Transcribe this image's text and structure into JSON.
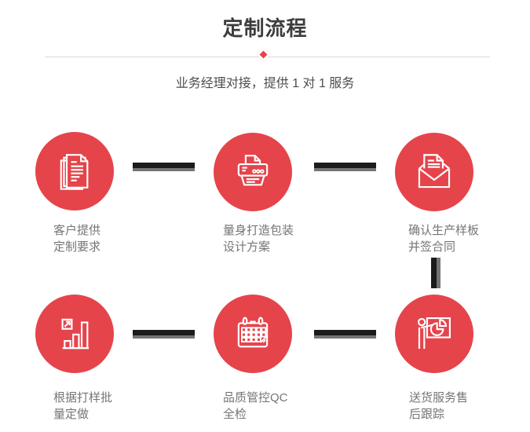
{
  "header": {
    "title": "定制流程",
    "subtitle": "业务经理对接，提供 1 对 1 服务"
  },
  "colors": {
    "accent_red": "#e5444b",
    "connector_dark": "#1b1b1b",
    "connector_gray": "#747474",
    "title_text": "#3d3d3d",
    "label_text": "#757575",
    "divider": "#d8d8d8"
  },
  "steps": [
    {
      "icon": "documents-icon",
      "label_line1": "客户提供",
      "label_line2": "定制要求"
    },
    {
      "icon": "printer-icon",
      "label_line1": "量身打造包装",
      "label_line2": "设计方案"
    },
    {
      "icon": "envelope-icon",
      "label_line1": "确认生产样板",
      "label_line2": "并签合同"
    },
    {
      "icon": "bar-chart-icon",
      "label_line1": "根据打样批",
      "label_line2": "量定做"
    },
    {
      "icon": "calendar-icon",
      "label_line1": "品质管控QC",
      "label_line2": "全检"
    },
    {
      "icon": "presentation-icon",
      "label_line1": "送货服务售",
      "label_line2": "后跟踪"
    }
  ]
}
